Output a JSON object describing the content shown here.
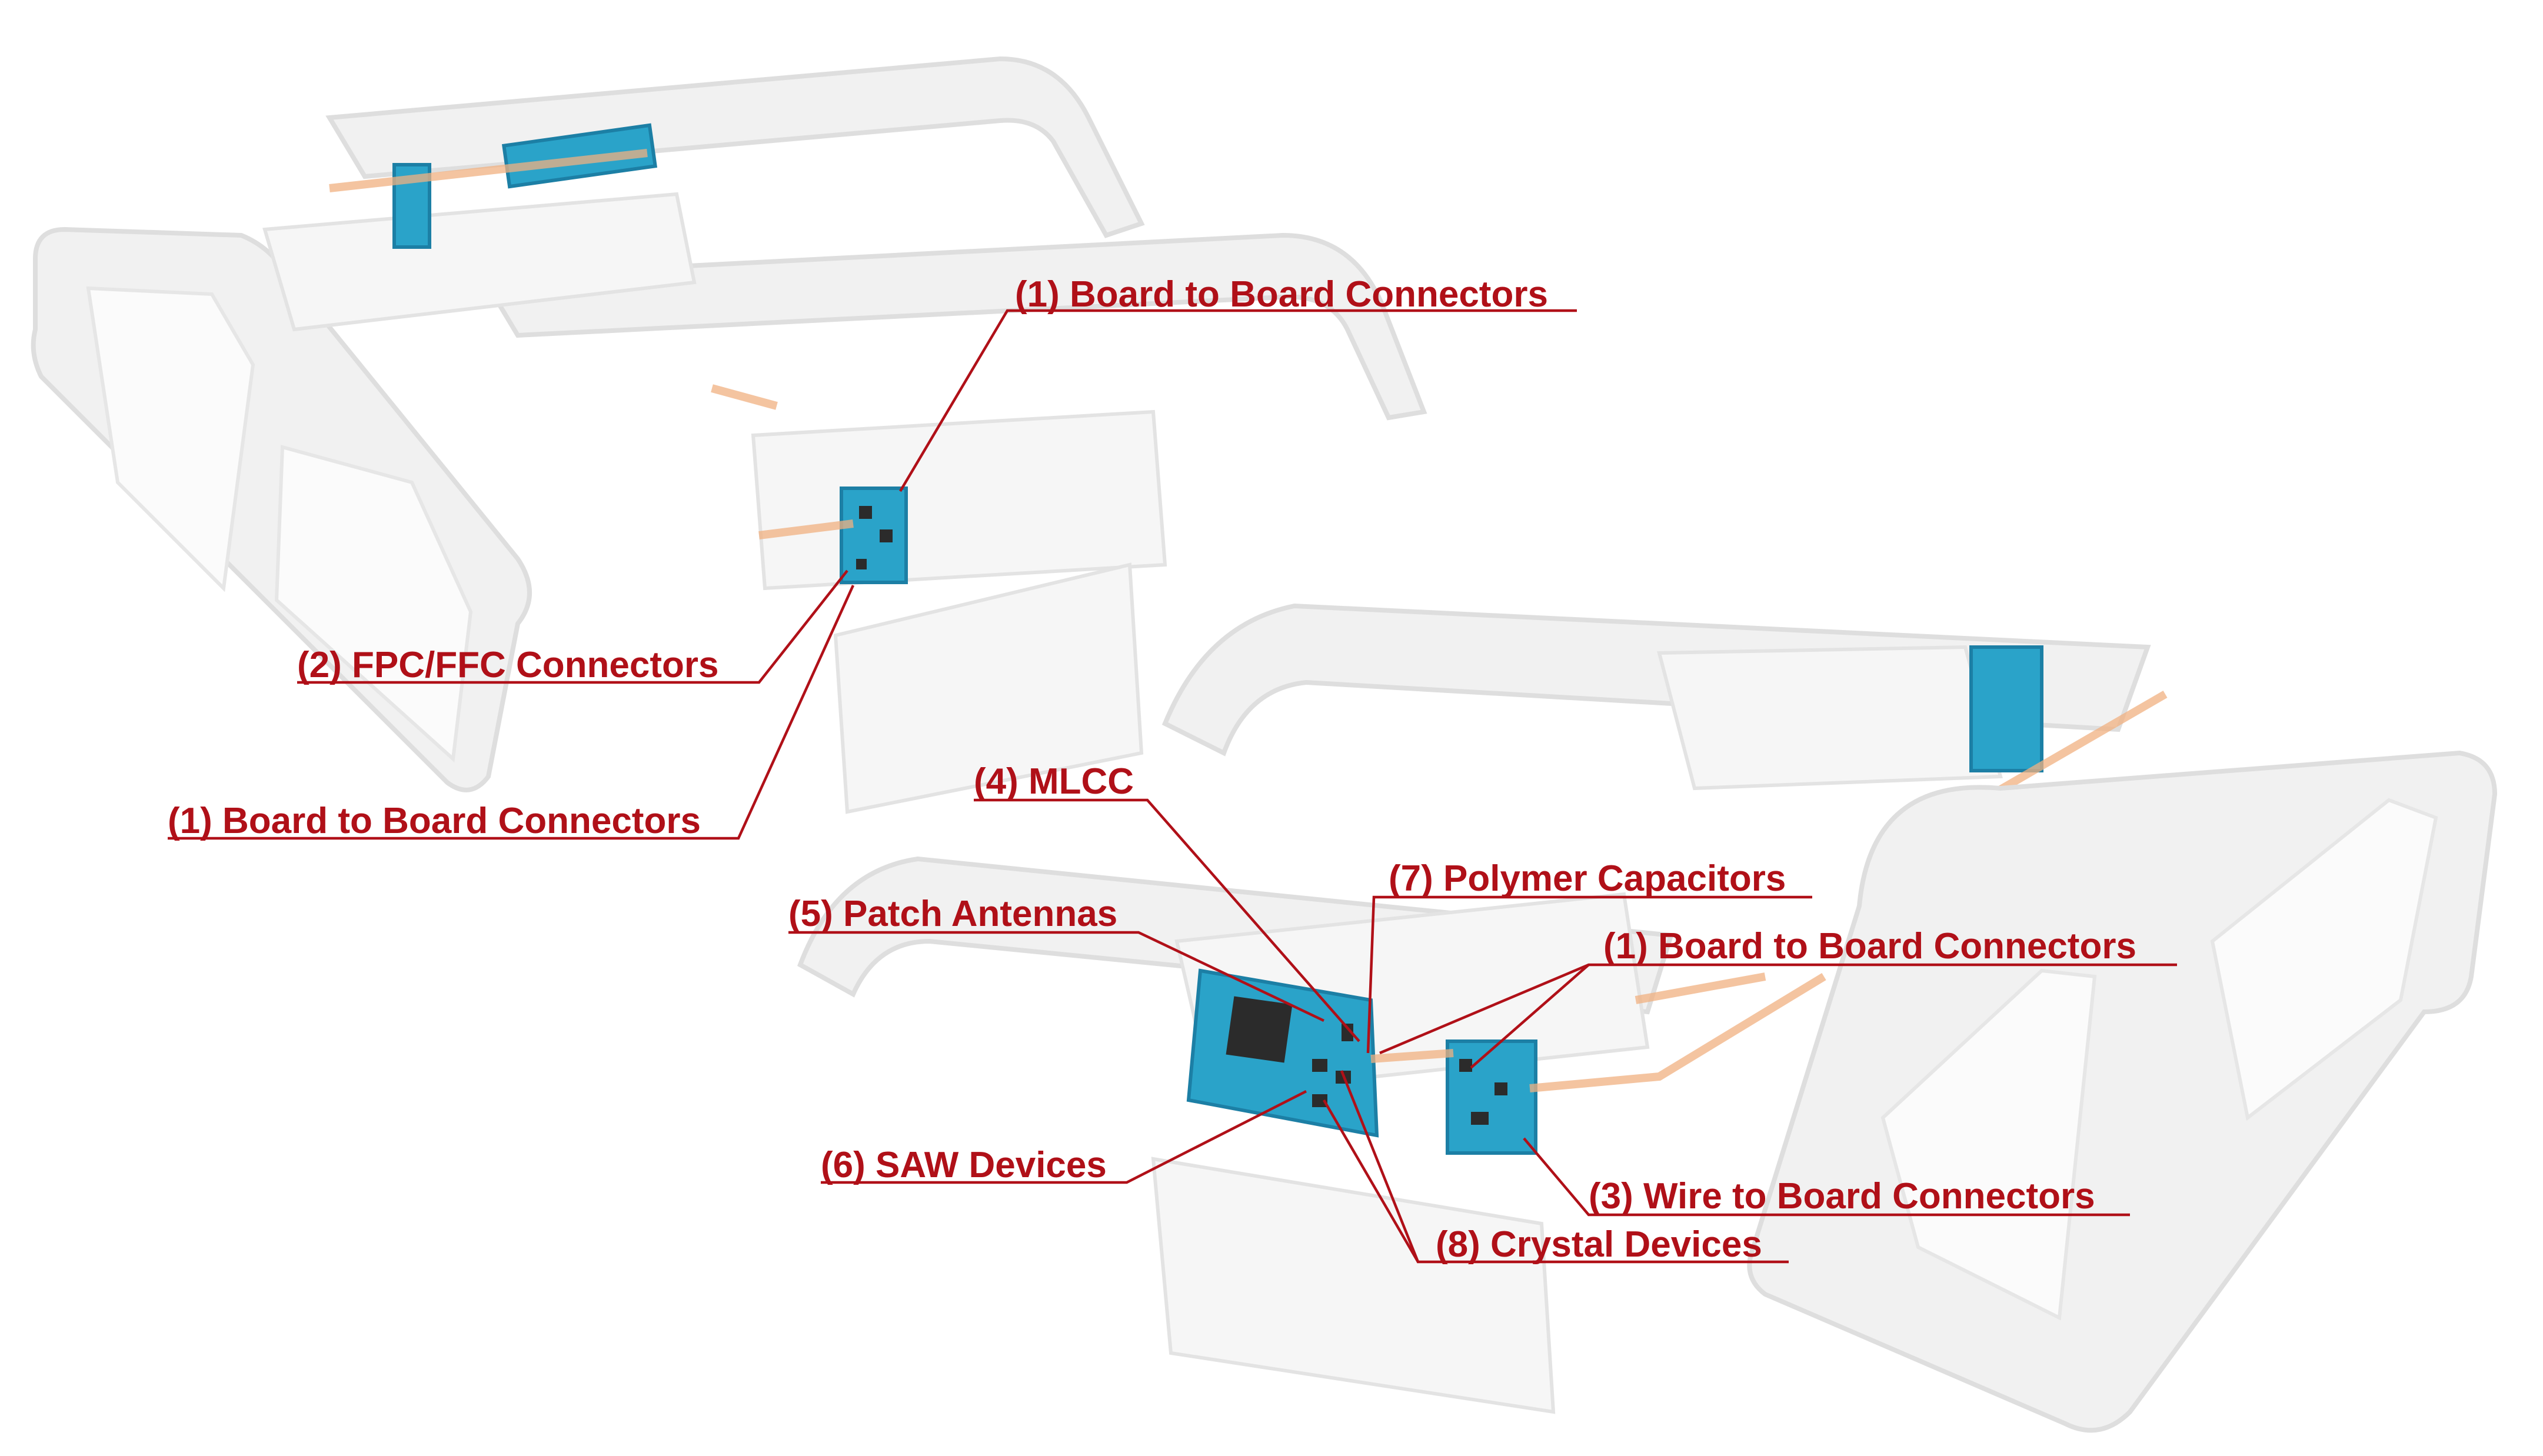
{
  "colors": {
    "accent": "#b01018",
    "pcb": "#2aa3c9",
    "pcb_dark": "#1c7fa5",
    "frame": "#ececec",
    "flex": "#f0b080",
    "chip": "#2b2b2b"
  },
  "labels": {
    "b2b_top": "(1) Board to Board Connectors",
    "fpc": "(2) FPC/FFC Connectors",
    "b2b_left": "(1) Board to Board Connectors",
    "mlcc": "(4) MLCC",
    "polymer": "(7) Polymer Capacitors",
    "patch": "(5) Patch Antennas",
    "b2b_right": "(1) Board to Board Connectors",
    "saw": "(6) SAW Devices",
    "wire": "(3) Wire to Board Connectors",
    "crystal": "(8) Crystal Devices"
  }
}
